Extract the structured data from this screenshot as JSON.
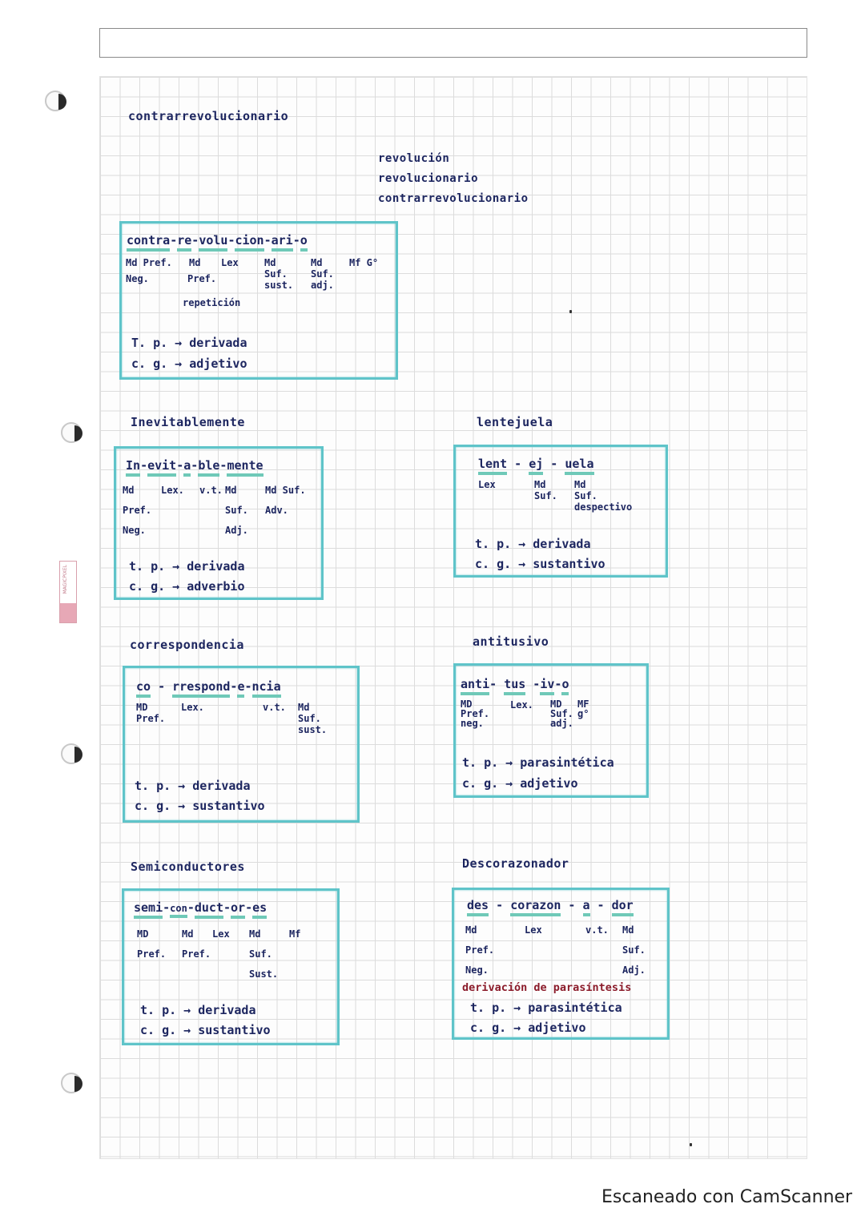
{
  "page": {
    "footer": "Escaneado con CamScanner",
    "marker_label": "MAGICPIXEL"
  },
  "colors": {
    "ink": "#1d2660",
    "box_border": "#5fc4c9",
    "highlight": "#6fc9b8",
    "red_note": "#8b1b2a"
  },
  "intro": {
    "title": "contrarrevolucionario",
    "derivation_chain": [
      "revolución",
      "revolucionario",
      "contrarrevolucionario"
    ]
  },
  "entries": [
    {
      "title": "contrarrevolucionario",
      "segments": [
        "contra",
        "re",
        "volu",
        "cion",
        "ari",
        "o"
      ],
      "labels": [
        [
          "Md Pref.",
          "Neg."
        ],
        [
          "Md",
          "Pref.",
          "repetición"
        ],
        [
          "Lex"
        ],
        [
          "Md",
          "Suf.",
          "sust."
        ],
        [
          "Md",
          "Suf.",
          "adj."
        ],
        [
          "Mf G°"
        ]
      ],
      "tp": "T. p. → derivada",
      "cg": "c. g. → adjetivo"
    },
    {
      "title": "Inevitablemente",
      "segments": [
        "In",
        "evit",
        "a",
        "ble",
        "mente"
      ],
      "labels": [
        [
          "Md",
          "Pref.",
          "Neg."
        ],
        [
          "Lex."
        ],
        [
          "v.t."
        ],
        [
          "Md",
          "Suf.",
          "Adj."
        ],
        [
          "Md Suf.",
          "Adv."
        ]
      ],
      "tp": "t. p. → derivada",
      "cg": "c. g. → adverbio"
    },
    {
      "title": "lentejuela",
      "segments": [
        "lent",
        "ej",
        "uela"
      ],
      "labels": [
        [
          "Lex"
        ],
        [
          "Md",
          "Suf."
        ],
        [
          "Md",
          "Suf.",
          "despectivo"
        ]
      ],
      "tp": "t. p. → derivada",
      "cg": "c. g. → sustantivo"
    },
    {
      "title": "correspondencia",
      "segments": [
        "co",
        "rrespond",
        "e",
        "ncia"
      ],
      "labels": [
        [
          "MD",
          "Pref."
        ],
        [
          "Lex."
        ],
        [
          "v.t."
        ],
        [
          "Md",
          "Suf.",
          "sust."
        ]
      ],
      "tp": "t. p. → derivada",
      "cg": "c. g. → sustantivo"
    },
    {
      "title": "antitusivo",
      "segments": [
        "anti",
        "tus",
        "iv",
        "o"
      ],
      "labels": [
        [
          "MD",
          "Pref.",
          "neg."
        ],
        [
          "Lex."
        ],
        [
          "MD",
          "Suf.",
          "adj."
        ],
        [
          "MF",
          "g°"
        ]
      ],
      "tp": "t. p. → parasintética",
      "cg": "c. g. → adjetivo"
    },
    {
      "title": "Semiconductores",
      "segments": [
        "semi",
        "con",
        "duct",
        "or",
        "es"
      ],
      "labels": [
        [
          "MD",
          "Pref."
        ],
        [
          "Md",
          "Pref."
        ],
        [
          "Lex"
        ],
        [
          "Md",
          "Suf.",
          "Sust."
        ],
        [
          "Mf"
        ]
      ],
      "tp": "t. p. → derivada",
      "cg": "c. g. → sustantivo"
    },
    {
      "title": "Descorazonador",
      "segments": [
        "des",
        "corazon",
        "a",
        "dor"
      ],
      "labels": [
        [
          "Md",
          "Pref.",
          "Neg."
        ],
        [
          "Lex"
        ],
        [
          "v.t."
        ],
        [
          "Md",
          "Suf.",
          "Adj."
        ]
      ],
      "note": "derivación de parasíntesis",
      "tp": "t. p. → parasintética",
      "cg": "c. g. → adjetivo"
    }
  ]
}
